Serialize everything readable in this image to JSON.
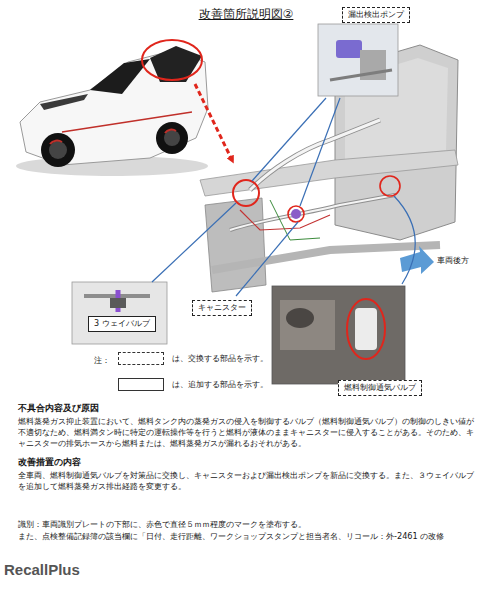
{
  "diagram": {
    "title": "改善箇所説明図②",
    "nodes": [
      {
        "text": [
          "漏出検出ポンプ"
        ]
      },
      {
        "text": [
          "キャニスター"
        ]
      },
      {
        "text": [
          "3 ウェイバルブ"
        ]
      },
      {
        "text": [
          "燃料制御通気バルブ"
        ]
      }
    ],
    "labels": [
      "車両後方",
      "注：",
      "不具合内容及び原因",
      "燃料蒸発ガス抑止装置において、燃料タンク内の蒸発ガスの侵入を制御するバルブ（燃料制御通気バルブ）の制御のしきい値が不適切なため、燃料満タン時に特定の運転操作等を行うと燃料が液体のままキャニスターに侵入することがある。そのため、キャニスターの排気ホースから燃料または、燃料蒸発ガスが漏れるおそれがある。",
      "改善措置の内容",
      "全車両、燃料制御通気バルブを対策品に交換し、キャニスターおよび漏出検出ポンプを新品に交換する。また、３ウェイバルブを追加して燃料蒸発ガス排出経路を変更する。",
      "識別：車両識別プレートの下部に、赤色で直径５ｍｍ程度のマークを塗布する。",
      "また、点検整備記録簿の該当欄に「日付、走行距離、ワークショップスタンプと担当者名、リコール：外-2461 の改修",
      "RecallPlus"
    ],
    "legend": [
      {
        "text": "は、交換する部品を示す。"
      },
      {
        "text": "は、追加する部品を示す。"
      }
    ]
  }
}
